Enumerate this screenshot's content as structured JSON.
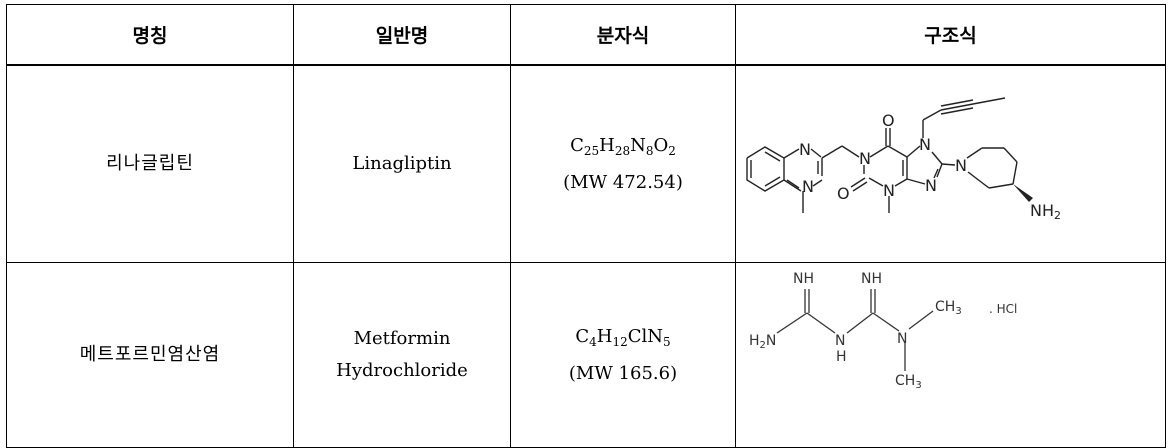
{
  "headers": [
    "명칭",
    "일반명",
    "분자식",
    "구조식"
  ],
  "rows": [
    {
      "name": "리나글립틴",
      "generic": [
        "Linagliptin"
      ],
      "formula": [
        {
          "t": "C",
          "s": "25"
        },
        {
          "t": "H",
          "s": "28"
        },
        {
          "t": "N",
          "s": "8"
        },
        {
          "t": "O",
          "s": "2"
        }
      ],
      "mw": "(MW  472.54)",
      "structure_labels": {
        "n1": "N",
        "n2": "N",
        "n3": "N",
        "n4": "N",
        "n5": "N",
        "n6": "N",
        "n7": "N",
        "o1": "O",
        "o2": "O",
        "nh2": "NH",
        "nh2_sub": "2"
      }
    },
    {
      "name": "메트포르민염산염",
      "generic": [
        "Metformin",
        "Hydrochloride"
      ],
      "formula": [
        {
          "t": "C",
          "s": "4"
        },
        {
          "t": "H",
          "s": "12"
        },
        {
          "t": "ClN",
          "s": "5"
        }
      ],
      "mw": "(MW  165.6)",
      "structure_labels": {
        "nh_a": "NH",
        "nh_b": "NH",
        "h2n": "H",
        "h2n_sub": "2",
        "h2n_n": "N",
        "n_mid": "N",
        "h_mid": "H",
        "n_right": "N",
        "ch3_a": "CH",
        "ch3_a_sub": "3",
        "ch3_b": "CH",
        "ch3_b_sub": "3",
        "hcl": ". HCl"
      }
    }
  ]
}
